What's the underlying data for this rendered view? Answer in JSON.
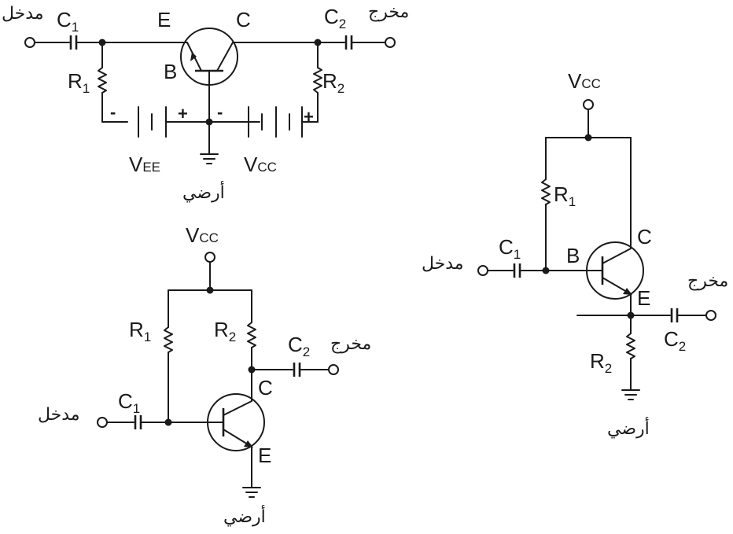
{
  "labels": {
    "input": "مدخل",
    "output": "مخرج",
    "ground": "أرضي"
  },
  "components": {
    "C": "C",
    "R": "R",
    "sub1": "1",
    "sub2": "2"
  },
  "terminals": {
    "emitter": "E",
    "base": "B",
    "collector": "C"
  },
  "supplies": {
    "V": "V",
    "EE": "EE",
    "CC": "CC"
  },
  "polarity": {
    "minus": "-",
    "plus": "+"
  }
}
